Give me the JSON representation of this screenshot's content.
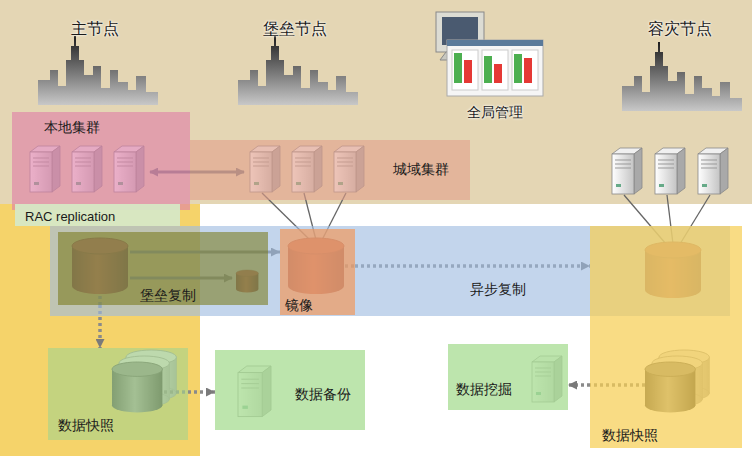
{
  "diagram": {
    "nodes": [
      {
        "text": [
          "本地集群"
        ]
      },
      {
        "text": [
          "城域集群"
        ]
      },
      {
        "text": [
          "RAC replication"
        ]
      },
      {
        "text": [
          "异步复制"
        ]
      },
      {
        "text": [
          "堡垒复制"
        ],
        "in": 3
      },
      {
        "text": [
          "镜像"
        ],
        "in": 3
      },
      {
        "text": [
          "数据快照"
        ]
      },
      {
        "text": [
          "数据备份"
        ]
      },
      {
        "text": [
          "数据挖掘"
        ]
      },
      {
        "text": [
          "数据快照"
        ]
      }
    ],
    "edges": [
      {
        "from": 4,
        "to": 5,
        "arrow": "to"
      },
      {
        "from": 4,
        "to": 6,
        "arrow": "to"
      },
      {
        "from": 6,
        "to": 7,
        "arrow": "to"
      },
      {
        "from": 5,
        "to": 9,
        "arrow": "to"
      },
      {
        "from": 9,
        "to": 8,
        "arrow": "to"
      }
    ],
    "labels": [
      "主节点",
      "堡垒节点",
      "容灾节点",
      "全局管理"
    ]
  }
}
